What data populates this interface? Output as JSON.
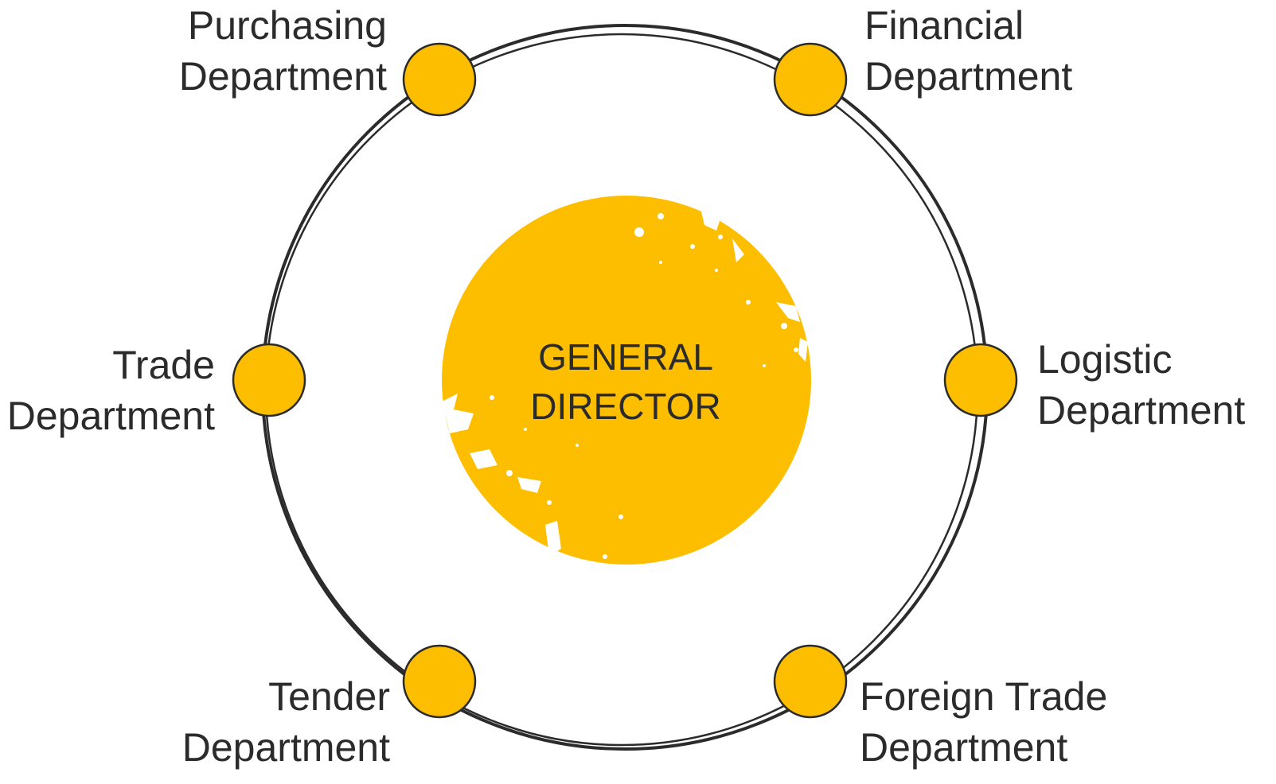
{
  "colors": {
    "accent": "#FDBE00",
    "ring": "#2b2b2b",
    "text": "#2b2b2b",
    "background": "#ffffff"
  },
  "center": {
    "line1": "GENERAL",
    "line2": "DIRECTOR"
  },
  "departments": [
    {
      "id": "purchasing",
      "line1": "Purchasing",
      "line2": "Department"
    },
    {
      "id": "financial",
      "line1": "Financial",
      "line2": "Department"
    },
    {
      "id": "trade",
      "line1": "Trade",
      "line2": "Department"
    },
    {
      "id": "logistic",
      "line1": "Logistic",
      "line2": "Department"
    },
    {
      "id": "tender",
      "line1": "Tender",
      "line2": "Department"
    },
    {
      "id": "foreign_trade",
      "line1": "Foreign Trade",
      "line2": "Department"
    }
  ]
}
